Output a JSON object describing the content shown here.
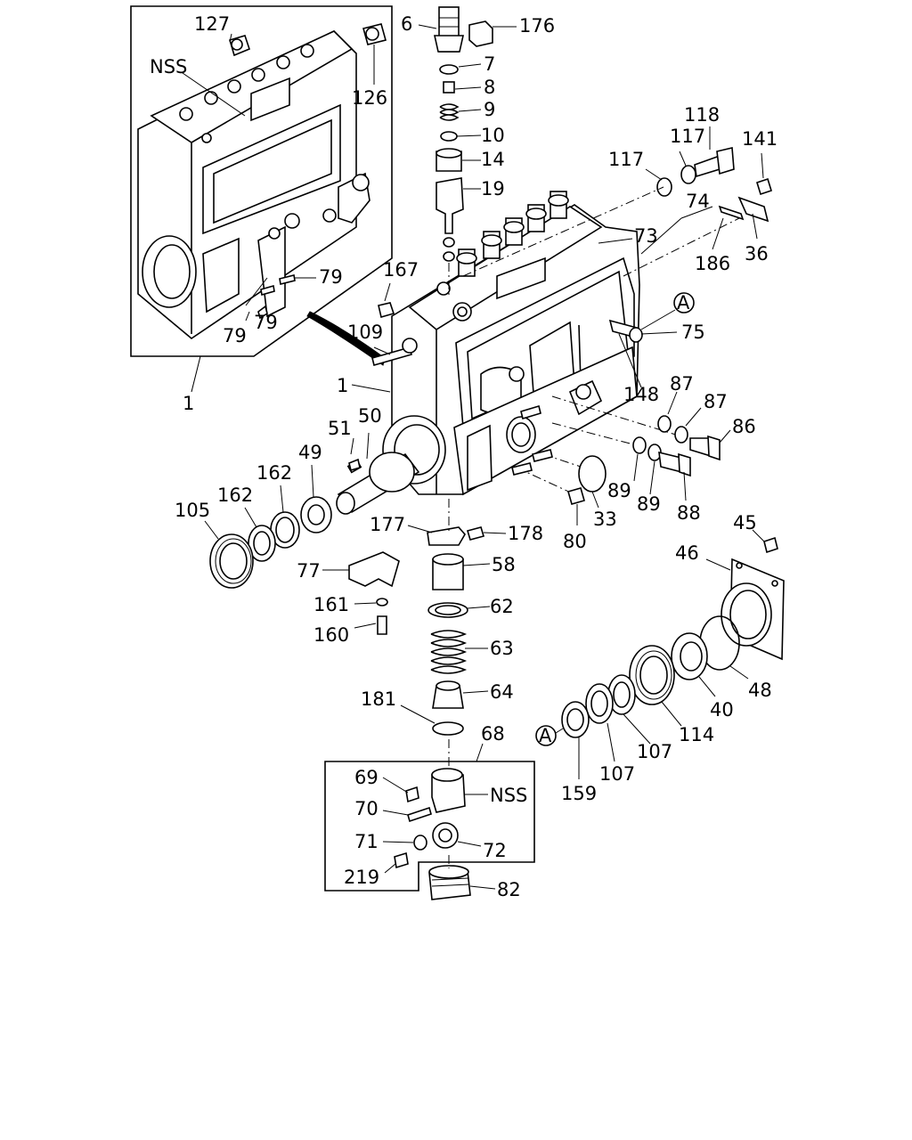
{
  "labels": {
    "l127": "127",
    "lNSS1": "NSS",
    "l126": "126",
    "l79a": "79",
    "l79b": "79",
    "l79c": "79",
    "l1a": "1",
    "l6": "6",
    "l176": "176",
    "l7": "7",
    "l8": "8",
    "l9": "9",
    "l10": "10",
    "l14": "14",
    "l19": "19",
    "l118": "118",
    "l117a": "117",
    "l117b": "117",
    "l141": "141",
    "l74": "74",
    "l73": "73",
    "l186": "186",
    "l36": "36",
    "l167": "167",
    "l109": "109",
    "lA1": "A",
    "l75": "75",
    "l1b": "1",
    "l148": "148",
    "l87a": "87",
    "l87b": "87",
    "l86": "86",
    "l51": "51",
    "l50": "50",
    "l89a": "89",
    "l89b": "89",
    "l88": "88",
    "l33": "33",
    "l80": "80",
    "l49": "49",
    "l162a": "162",
    "l162b": "162",
    "l105": "105",
    "l177": "177",
    "l178": "178",
    "l58": "58",
    "l77": "77",
    "l62": "62",
    "l161": "161",
    "l160": "160",
    "l63": "63",
    "l64": "64",
    "l181": "181",
    "l45": "45",
    "l46": "46",
    "l48": "48",
    "l40": "40",
    "l114": "114",
    "l107a": "107",
    "l107b": "107",
    "lA2": "A",
    "l159": "159",
    "l68": "68",
    "l69": "69",
    "lNSS2": "NSS",
    "l70": "70",
    "l71": "71",
    "l72": "72",
    "l219": "219",
    "l82": "82"
  }
}
